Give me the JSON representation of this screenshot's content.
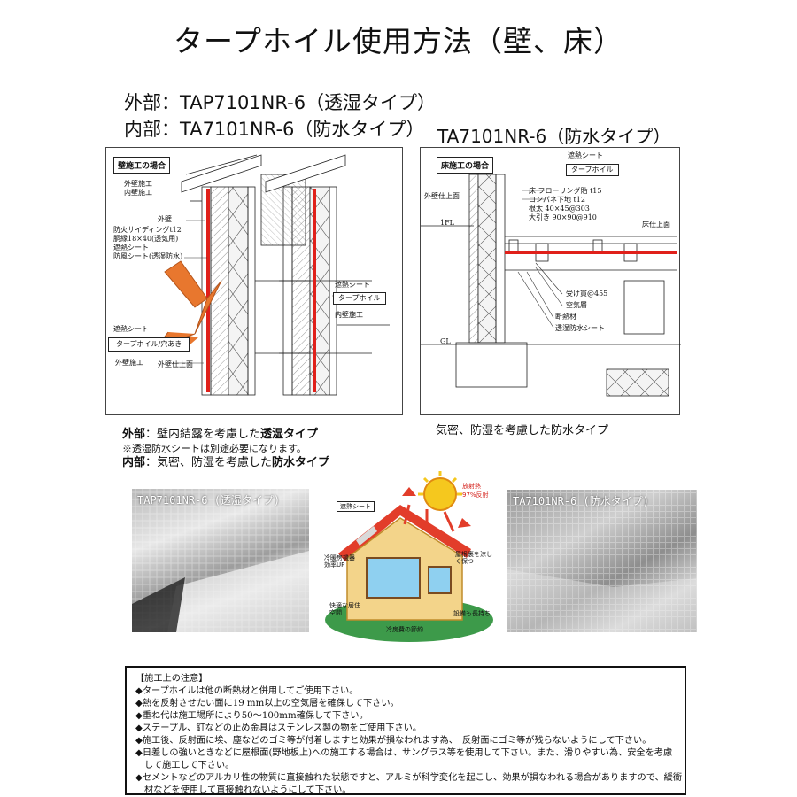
{
  "title": "タープホイル使用方法（壁、床）",
  "specs": {
    "outer": "外部：TAP7101NR-6（透湿タイプ）",
    "inner": "内部：TA7101NR-6（防水タイプ）",
    "floor": "TA7101NR-6（防水タイプ）"
  },
  "wall_diagram": {
    "heading": "壁施工の場合",
    "labels": {
      "outer_wall_work": "外壁施工",
      "inner_wall_work": "内壁施工",
      "outer_wall": "外壁",
      "siding": "防火サイディングt12",
      "furring": "胴縁18×40(透気用)",
      "heat_sheet": "遮熱シート",
      "wind_sheet": "防風シート(透湿防水)",
      "heat_sheet_right": "遮熱シート",
      "tarp_foil_box": "タープホイル",
      "inner_wall_work_right": "内壁施工",
      "heat_sheet_left": "遮熱シート",
      "tarp_foil_holes_box": "タープホイル/穴あき",
      "outer_wall_work_bottom": "外壁施工",
      "outer_wall_top_line": "外壁仕上面"
    }
  },
  "floor_diagram": {
    "heading": "床施工の場合",
    "labels": {
      "heat_sheet": "遮熱シート",
      "tarp_foil_box": "タープホイル",
      "outer_wall_top_line": "外壁仕上面",
      "floor_flooring": "床  フローリング貼  t15",
      "panel": "コンパネ下地  t12",
      "joist": "根太  40×45@303",
      "sleeper": "大引き 90×90@910",
      "floor_top_line": "床仕上面",
      "fl": "1FL",
      "gl": "GL",
      "receiver": "受け貫@455",
      "air_layer": "空気層",
      "insulation": "断熱材",
      "waterproof_sheet": "透湿防水シート"
    }
  },
  "captions": {
    "left_line1_bold": "外部",
    "left_line1_rest": "：壁内結露を考慮した",
    "left_line1_bold2": "透湿タイプ",
    "left_line2": "※透湿防水シートは別途必要になります。",
    "left_line3_bold": "内部",
    "left_line3_rest": "：気密、防湿を考慮した",
    "left_line3_bold2": "防水タイプ",
    "right": "気密、防湿を考慮した防水タイプ"
  },
  "photos": {
    "left_label": "TAP7101NR-6 (透湿タイプ)",
    "right_label": "TA7101NR-6 (防水タイプ)"
  },
  "illustration": {
    "labels": {
      "heat_sheet": "遮熱シート",
      "radiant_heat": "放射熱",
      "reflect": "97%反射",
      "ac_efficiency": "冷暖房機器効率UP",
      "attic_cool": "屋根裏を涼しく保つ",
      "comfortable": "快適な居住空間",
      "equipment": "設備も長持ち",
      "savings": "冷房費の節約"
    }
  },
  "notes": {
    "heading": "【施工上の注意】",
    "items": [
      "◆タープホイルは他の断熱材と併用してご使用下さい。",
      "◆熱を反射させたい面に19 mm以上の空気層を確保して下さい。",
      "◆重ね代は施工場所により50～100mm確保して下さい。",
      "◆ステープル、釘などの止め金具はステンレス製の物をご使用下さい。",
      "◆施工後、反射面に埃、塵などのゴミ等が付着しますと効果が損なわれます為、　反射面にゴミ等が残らないようにして下さい。",
      "◆日差しの強いときなどに屋根面(野地板上)への施工する場合は、サングラス等を使用して下さい。また、滑りやすい為、安全を考慮",
      "して施工して下さい。",
      "◆セメントなどのアルカリ性の物質に直接触れた状態ですと、アルミが科学変化を起こし、効果が損なわれる場合がありますので、緩衝",
      "材などを使用して直接触れないようにして下さい。"
    ]
  },
  "colors": {
    "foil_red": "#e0201a",
    "arrow_orange": "#e8772e",
    "border": "#222222"
  }
}
